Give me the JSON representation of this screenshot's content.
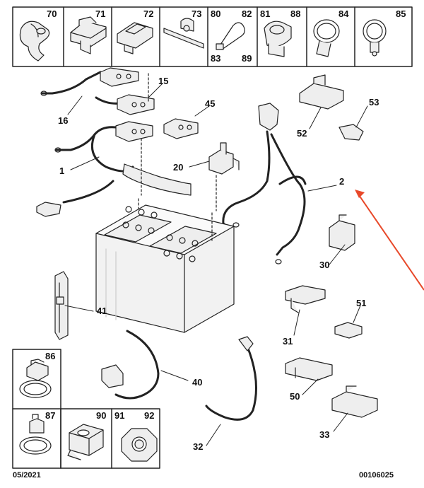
{
  "top_row_cells": [
    {
      "labels": [
        "70"
      ]
    },
    {
      "labels": [
        "71"
      ]
    },
    {
      "labels": [
        "72"
      ]
    },
    {
      "labels": [
        "73"
      ]
    },
    {
      "labels": [
        "80",
        "82",
        "83",
        "89"
      ]
    },
    {
      "labels": [
        "81",
        "88"
      ]
    },
    {
      "labels": [
        "84"
      ]
    },
    {
      "labels": [
        "85"
      ]
    }
  ],
  "left_column_cells": [
    {
      "labels": [
        "86"
      ]
    },
    {
      "labels": [
        "87"
      ]
    }
  ],
  "bottom_row_cells": [
    {
      "labels": [
        "90"
      ]
    },
    {
      "labels": [
        "91",
        "92"
      ]
    }
  ],
  "callouts": [
    "16",
    "15",
    "45",
    "1",
    "20",
    "2",
    "52",
    "53",
    "30",
    "41",
    "31",
    "51",
    "40",
    "50",
    "32",
    "33"
  ],
  "footer": {
    "date": "05/2021",
    "code": "00106025"
  },
  "colors": {
    "line": "#222222",
    "arrow": "#e8492a",
    "part_fill": "#eeeeee",
    "battery_fill": "#f2f2f2"
  }
}
